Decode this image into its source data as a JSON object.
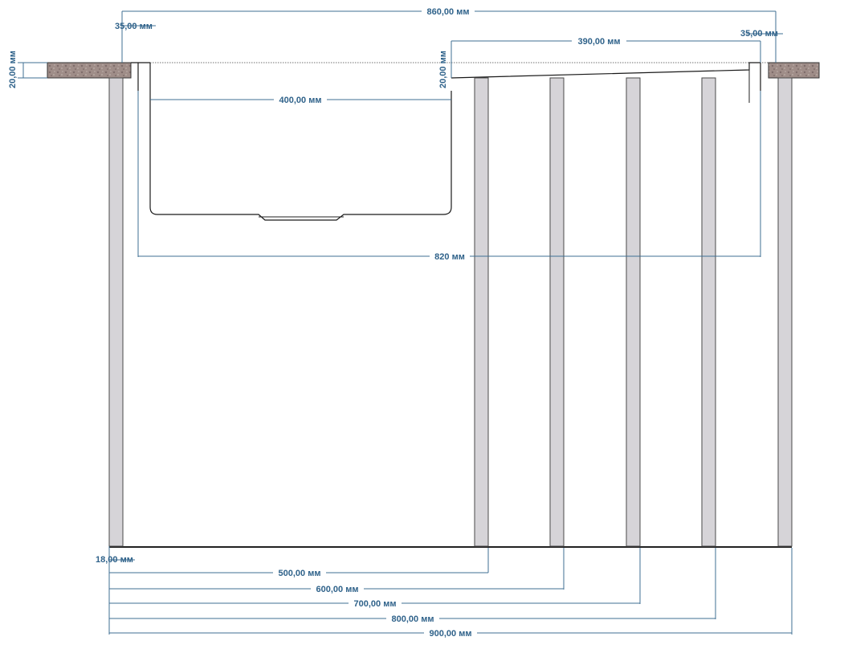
{
  "dimensions": {
    "total_width": "860,00 мм",
    "left_offset": "35,00 мм",
    "right_offset": "35,00 мм",
    "right_section": "390,00 мм",
    "countertop_left": "20,00 мм",
    "countertop_mid": "20,00 мм",
    "sink_width": "400,00 мм",
    "inner_width": "820 мм",
    "panel_thickness": "18,00 мм",
    "d500": "500,00 мм",
    "d600": "600,00 мм",
    "d700": "700,00 мм",
    "d800": "800,00 мм",
    "d900": "900,00 мм"
  },
  "colors": {
    "dimension": "#2f628a",
    "panel_fill": "#d6d4d8",
    "stone": "#9c8a86"
  }
}
